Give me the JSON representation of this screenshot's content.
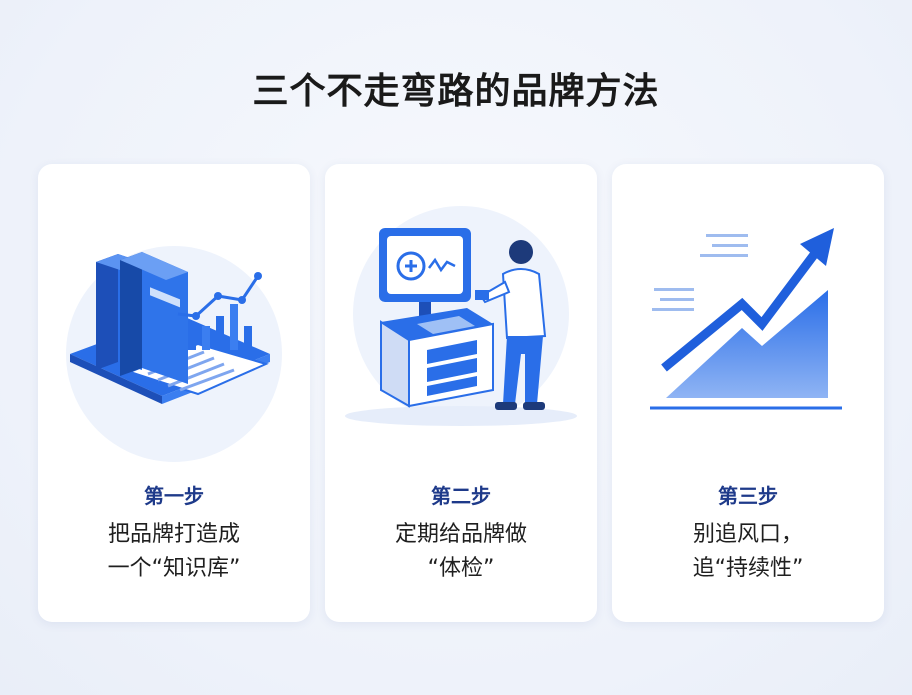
{
  "title": "三个不走弯路的品牌方法",
  "colors": {
    "accent": "#2a6ee8",
    "accent_dark": "#1e3a8a",
    "light": "#dfe8fb"
  },
  "cards": [
    {
      "step": "第一步",
      "line1": "把品牌打造成",
      "line2": "一个“知识库”",
      "icon": "books-chart-icon"
    },
    {
      "step": "第二步",
      "line1": "定期给品牌做",
      "line2": "“体检”",
      "icon": "person-monitor-icon"
    },
    {
      "step": "第三步",
      "line1": "别追风口，",
      "line2": "追“持续性”",
      "icon": "growth-arrow-icon"
    }
  ]
}
